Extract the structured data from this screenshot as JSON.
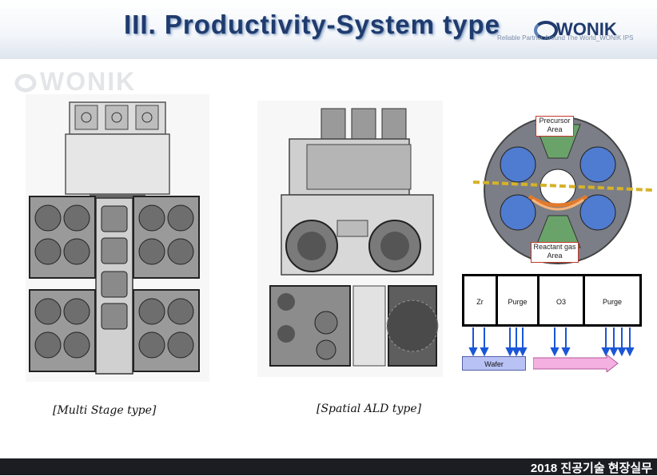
{
  "slide": {
    "title": "III. Productivity-System type",
    "brand": "WONIK",
    "tagline": "Reliable Partner Around The World_WONIK IPS",
    "watermark": "WONIK",
    "footer": "2018 진공기술 현장실무"
  },
  "figures": {
    "multi_stage_caption": "[Multi Stage type]",
    "spatial_ald_caption": "[Spatial ALD type]"
  },
  "spatial_diagram": {
    "precursor_label": "Precursor Area",
    "reactant_label": "Reactant gas Area",
    "gas_zones": [
      "Zr",
      "Purge",
      "O3",
      "Purge"
    ],
    "wafer_label": "Wafer"
  },
  "colors": {
    "title": "#1f3b6e",
    "footer_bg": "#1b1d22",
    "wafer_fill": "#b9c2f5",
    "arrow_fill": "#f3b0e0",
    "gas_arrow": "#1a56d8",
    "susceptor": "#7b7e86",
    "wafer_blue": "#4f7bd1",
    "precursor_green": "#6aa36a",
    "flow_orange": "#e07a2e"
  }
}
